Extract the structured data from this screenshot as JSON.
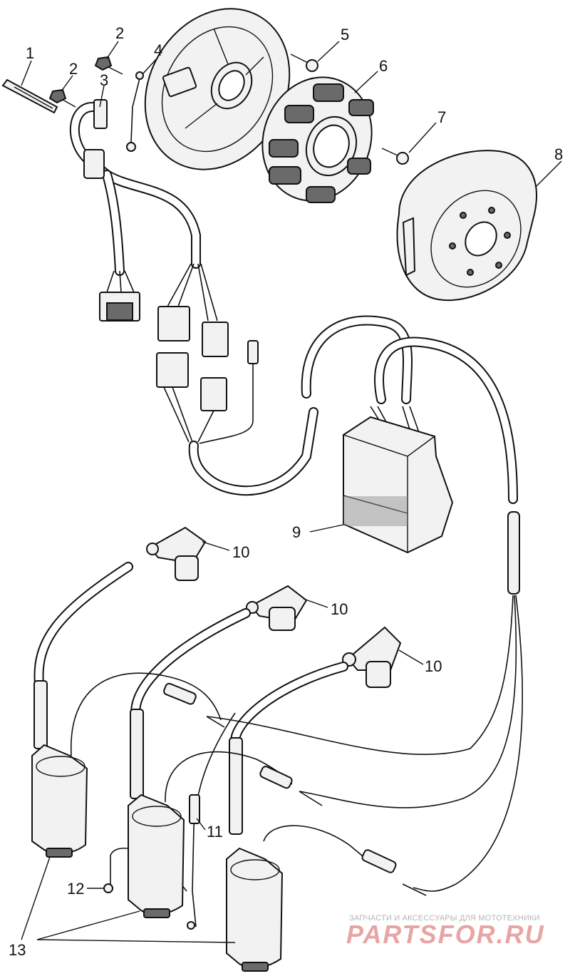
{
  "callouts": [
    "1",
    "2",
    "2",
    "3",
    "4",
    "5",
    "6",
    "7",
    "8",
    "9",
    "10",
    "10",
    "10",
    "11",
    "12",
    "13"
  ],
  "watermark": {
    "caption": "ЗАПЧАСТИ И АКСЕССУАРЫ ДЛЯ МОТОТЕХНИКИ",
    "brand": "PARTSFOR.RU"
  },
  "colors": {
    "line": "#111111",
    "watermark": "#e8a5a5"
  }
}
